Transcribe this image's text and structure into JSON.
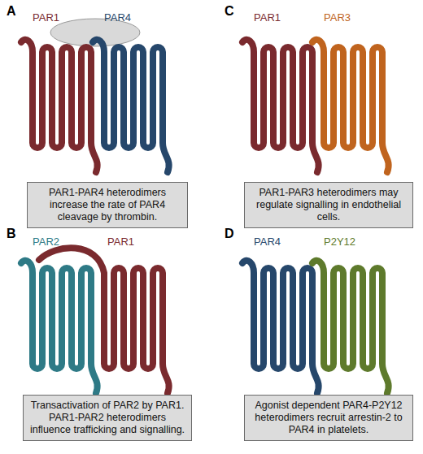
{
  "diagram": {
    "nodes": [
      {
        "text": [
          "PAR1-PAR4 heterodimers increase the rate of PAR4 cleavage by thrombin."
        ]
      },
      {
        "text": [
          "PAR1-PAR3 heterodimers may regulate signalling in endothelial cells."
        ]
      },
      {
        "text": [
          "Transactivation of PAR2 by PAR1. PAR1-PAR2 heterodimers influence trafficking and signalling."
        ]
      },
      {
        "text": [
          "Agonist dependent PAR4-P2Y12 heterodimers recruit arrestin-2 to PAR4 in platelets."
        ]
      }
    ],
    "labels": [
      "A",
      "PAR1",
      "PAR4",
      "C",
      "PAR1",
      "PAR3",
      "B",
      "PAR2",
      "PAR1",
      "D",
      "PAR4",
      "P2Y12"
    ]
  }
}
